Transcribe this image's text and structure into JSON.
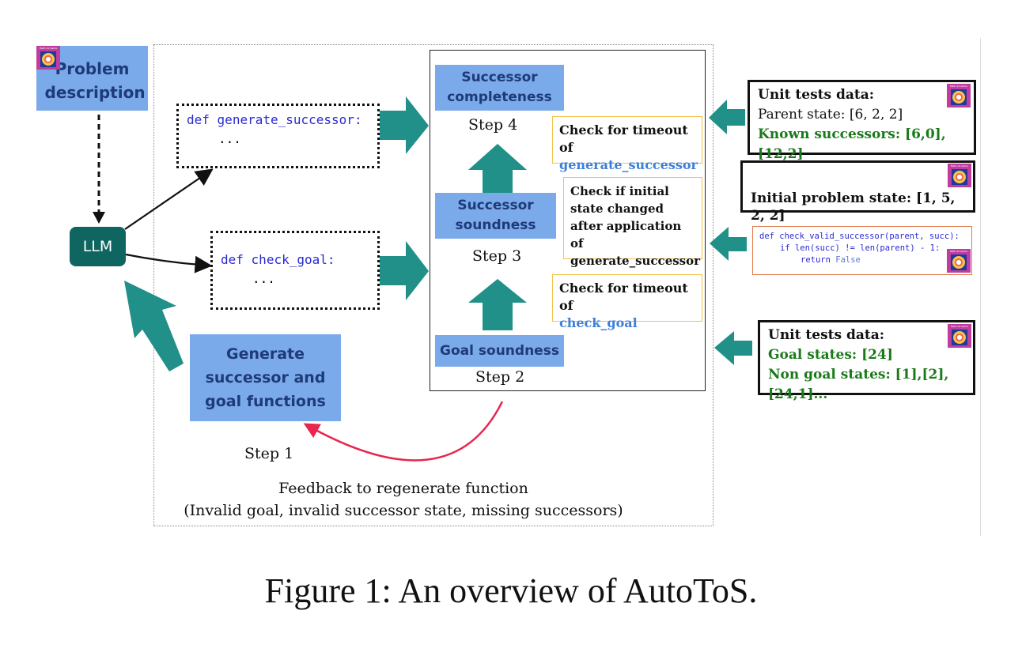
{
  "diagram": {
    "problem_box": {
      "label": "Problem description"
    },
    "llm": {
      "label": "LLM"
    },
    "code_generate_successor": {
      "keyword": "def",
      "name": "generate_successor:",
      "body": "..."
    },
    "code_check_goal": {
      "keyword": "def",
      "name": "check_goal:",
      "body": "..."
    },
    "generate_box": {
      "label": "Generate successor and goal functions"
    },
    "step1": "Step 1",
    "steps": [
      {
        "id": "step4",
        "box": "Successor completeness",
        "label": "Step 4"
      },
      {
        "id": "step3",
        "box": "Successor soundness",
        "label": "Step 3"
      },
      {
        "id": "step2",
        "box": "Goal soundness",
        "label": "Step 2"
      }
    ],
    "checks": [
      {
        "text": "Check for timeout of",
        "fn": "generate_successor"
      },
      {
        "text": "Check if initial state changed after application of generate_successor",
        "fn": ""
      },
      {
        "text": "Check for timeout of",
        "fn": "check_goal"
      }
    ],
    "unit_tests_successor": {
      "title": "Unit tests data:",
      "parent": "Parent state: [6, 2, 2]",
      "known": "Known successors: [6,0], [12,2]"
    },
    "initial_state": {
      "text": "Initial problem state: [1, 5, 2, 2]"
    },
    "validator_code": {
      "line1": "def check_valid_successor(parent, succ):",
      "line2": "if len(succ) != len(parent) - 1:",
      "line3_kw": "return",
      "line3_val": "False"
    },
    "unit_tests_goal": {
      "title": "Unit tests data:",
      "goal": "Goal states: [24]",
      "non_goal": "Non goal states: [1],[2],[24,1]..."
    },
    "feedback": {
      "line1": "Feedback to regenerate function",
      "line2": "(Invalid goal, invalid successor state, missing successors)"
    },
    "badge_label": "Math 24 Game",
    "colors": {
      "teal": "#219088",
      "llm": "#0f6660",
      "blue_box": "#7aaaea",
      "blue_text": "#1f3a78",
      "green": "#1a7a1a",
      "red": "#e8264f",
      "yellow": "#f2c14a",
      "orange": "#e27a4a"
    }
  },
  "caption": "Figure 1: An overview of AutoToS."
}
